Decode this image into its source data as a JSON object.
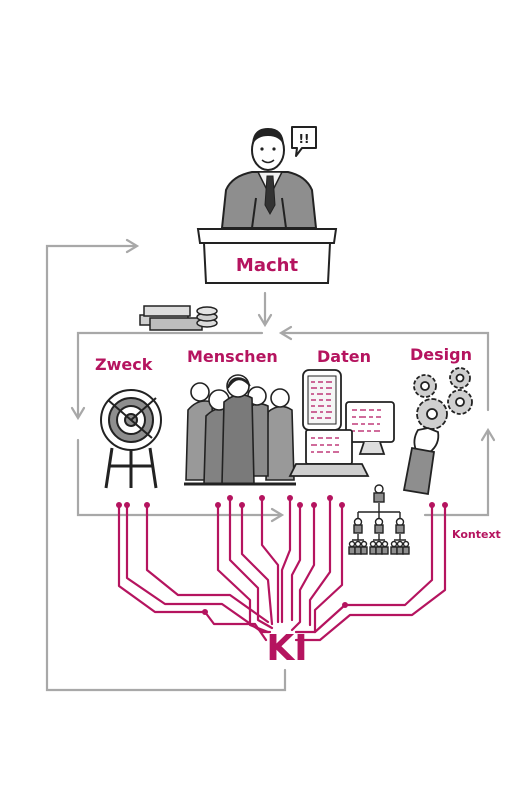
{
  "labels": {
    "macht": "Macht",
    "zweck": "Zweck",
    "menschen": "Menschen",
    "daten": "Daten",
    "design": "Design",
    "kontext": "Kontext",
    "ki": "KI",
    "speech": "!!"
  },
  "colors": {
    "accent": "#b5145f",
    "flow_gray": "#a8a8a8",
    "ink": "#222222",
    "suit": "#8e8e8e"
  }
}
